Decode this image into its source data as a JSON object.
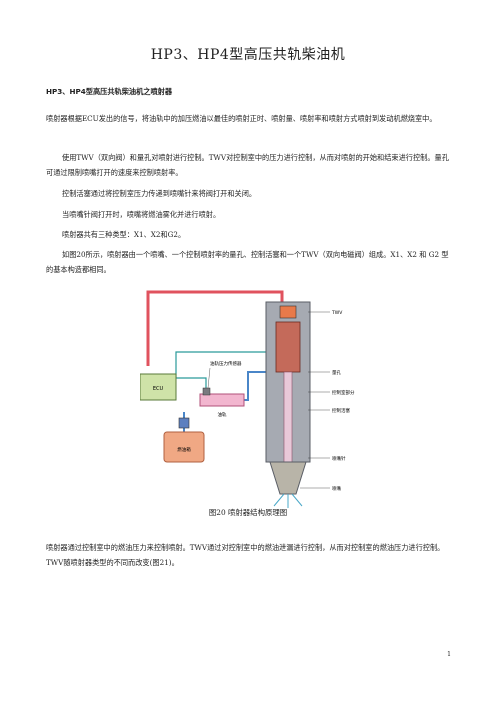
{
  "document": {
    "title": "HP3、HP4型高压共轨柴油机",
    "section_heading": "HP3、HP4型高压共轨柴油机之喷射器",
    "paragraphs": [
      "喷射器根据ECU发出的信号，将油轨中的加压燃油以最佳的喷射正时、喷射量、喷射率和喷射方式喷射到发动机燃烧室中。",
      "使用TWV（双向阀）和量孔对喷射进行控制。TWV对控制室中的压力进行控制，从而对喷射的开始和结束进行控制。量孔可通过限制喷嘴打开的速度来控制喷射率。",
      "控制活塞通过将控制室压力传递到喷嘴针来将阀打开和关闭。",
      "当喷嘴针阀打开时，喷嘴将燃油雾化并进行喷射。",
      "喷射器共有三种类型：X1、X2和G2。",
      "如图20所示，喷射器由一个喷嘴、一个控制喷射率的量孔、控制活塞和一个TWV（双向电磁阀）组成。X1、X2 和 G2 型的基本构造都相同。"
    ],
    "figure": {
      "caption": "图20    喷射器结构原理图",
      "labels": {
        "twv": "TWV",
        "rail_pressure_sensor": "油轨压力传感器",
        "ecu": "ECU",
        "rail": "油轨",
        "fuel_tank": "燃油箱",
        "orifice": "量孔",
        "control_chamber": "控制室部分",
        "control_piston": "控制活塞",
        "nozzle_needle": "喷嘴针",
        "nozzle": "喷嘴"
      }
    },
    "after_paragraph": "喷射器通过控制室中的燃油压力来控制喷射。TWV通过对控制室中的燃油泄漏进行控制，从而对控制室的燃油压力进行控制。TWV随喷射器类型的不同而改变(图21)。",
    "page_number": "1"
  },
  "colors": {
    "high_pressure": "#e0525e",
    "return_line": "#4a86c8",
    "signal_line": "#2a9a9a",
    "ecu_fill": "#cfe3a8",
    "tank_fill": "#f0a884",
    "rail_fill": "#f2b6cf",
    "injector_body": "#a6aab2"
  }
}
